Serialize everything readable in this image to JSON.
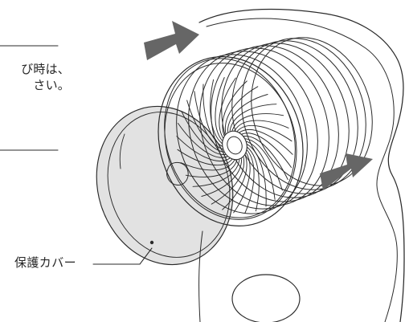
{
  "instruction": {
    "line1": "び時は、",
    "line2": "さい。"
  },
  "callout": {
    "label": "保護カバー"
  },
  "icons": {
    "arrow_top": "direction-arrow-icon",
    "arrow_right": "direction-arrow-icon"
  },
  "colors": {
    "line": "#2a2a2a",
    "cover_fill": "#e2e2e2",
    "arrow_fill": "#666666",
    "text": "#262626"
  }
}
